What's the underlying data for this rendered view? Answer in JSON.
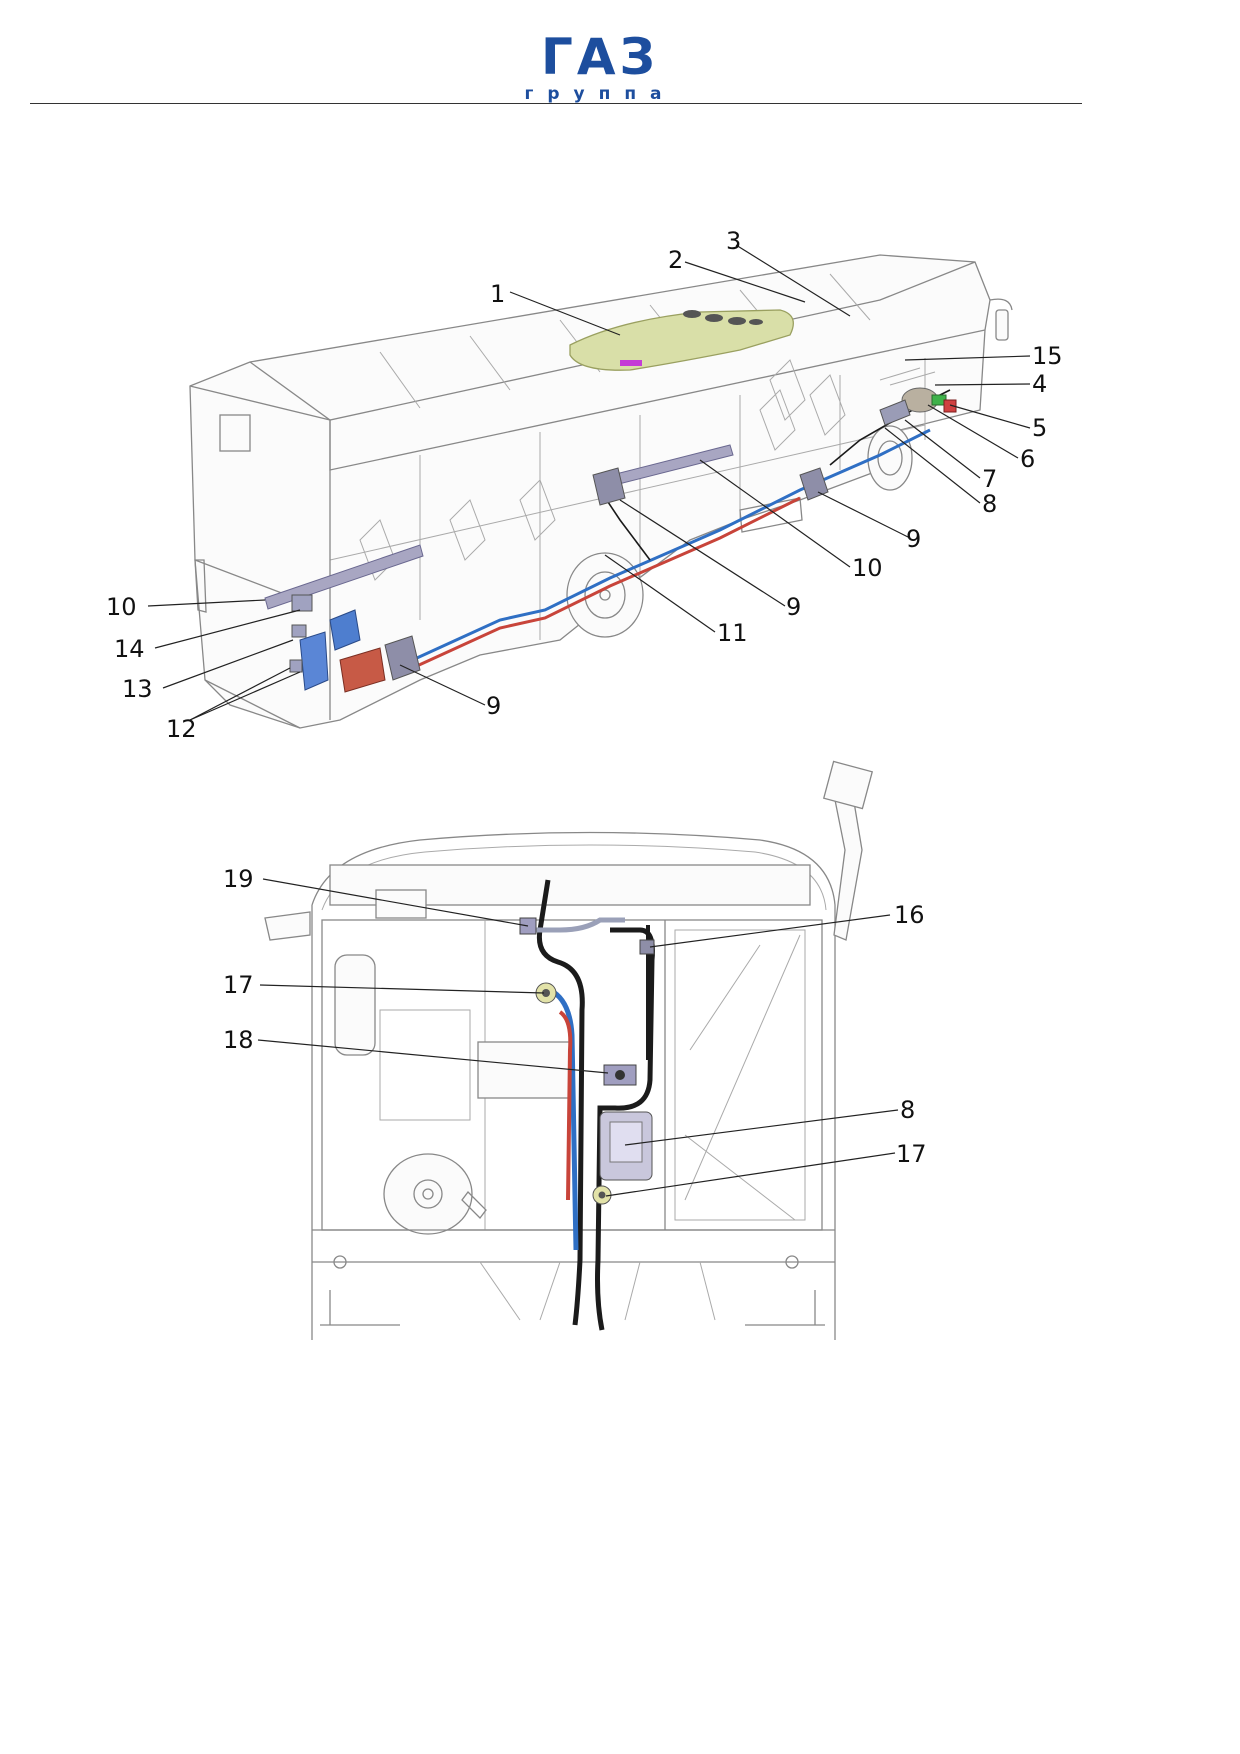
{
  "header": {
    "logo_text": "ГАЗ",
    "logo_subtext": "группа"
  },
  "colors": {
    "brand_blue": "#1d4e9e",
    "roof_unit": "#d9dfa8",
    "coolant_blue": "#2f6fc4",
    "coolant_red": "#c8443a",
    "component_grey": "#9a9cb6"
  },
  "figure_top": {
    "callouts": [
      {
        "label": "1",
        "target": "roof air-conditioning unit"
      },
      {
        "label": "2"
      },
      {
        "label": "3"
      },
      {
        "label": "15"
      },
      {
        "label": "4"
      },
      {
        "label": "5"
      },
      {
        "label": "6"
      },
      {
        "label": "7"
      },
      {
        "label": "8"
      },
      {
        "label": "9"
      },
      {
        "label": "10"
      },
      {
        "label": "9"
      },
      {
        "label": "11"
      },
      {
        "label": "10"
      },
      {
        "label": "14"
      },
      {
        "label": "13"
      },
      {
        "label": "12"
      },
      {
        "label": "9"
      }
    ]
  },
  "figure_bottom": {
    "callouts": [
      {
        "label": "19"
      },
      {
        "label": "16"
      },
      {
        "label": "17"
      },
      {
        "label": "18"
      },
      {
        "label": "8"
      },
      {
        "label": "17"
      }
    ]
  }
}
